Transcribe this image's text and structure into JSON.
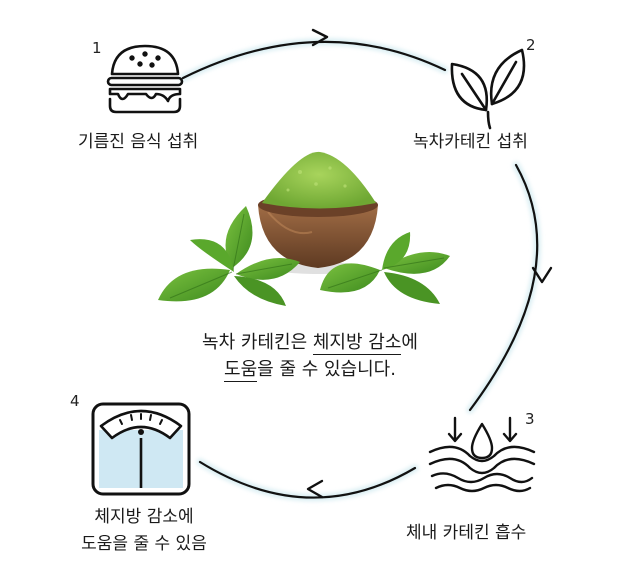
{
  "steps": [
    {
      "number": "1",
      "label": "기름진 음식 섭취"
    },
    {
      "number": "2",
      "label": "녹차카테킨 섭취"
    },
    {
      "number": "3",
      "label": "체내 카테킨 흡수"
    },
    {
      "number": "4",
      "label_line1": "체지방 감소에",
      "label_line2": "도움을 줄 수 있음"
    }
  ],
  "center": {
    "line1_a": "녹차 카테킨은 ",
    "line1_b": "체지방 감소",
    "line1_c": "에",
    "line2_a": "도움",
    "line2_b": "을 줄 수 있습니다."
  },
  "colors": {
    "cycle_line": "#111111",
    "accent_glow": "#d9eef3",
    "powder": "#8fc24a",
    "leaf": "#4f9a2a",
    "bowl": "#8a5a3a"
  },
  "icons": [
    "burger-icon",
    "leaves-icon",
    "skin-absorption-icon",
    "scale-icon",
    "green-tea-bowl-illustration"
  ]
}
